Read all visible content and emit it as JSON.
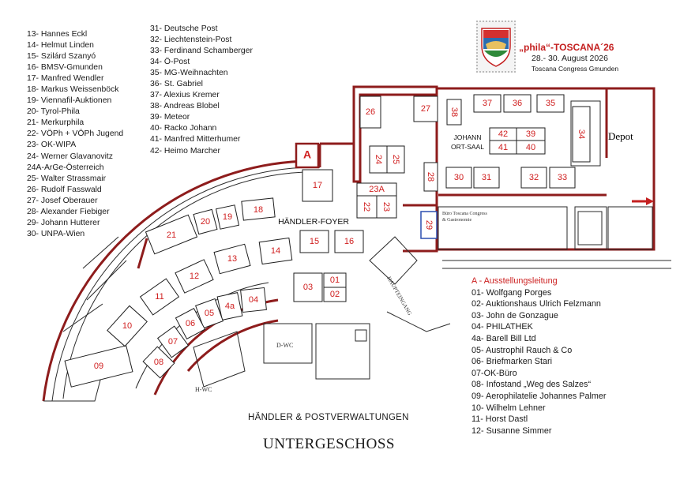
{
  "legend_left": [
    "13- Hannes Eckl",
    "14- Helmut Linden",
    "15- Szilárd Szanyó",
    "16- BMSV-Gmunden",
    "17- Manfred Wendler",
    "18- Markus Weissenböck",
    "19- Viennafil-Auktionen",
    "20- Tyrol-Phila",
    "21- Merkurphila",
    "22- VÖPh + VÖPh Jugend",
    "23- OK-WIPA",
    "24- Werner Glavanovitz",
    "24A-ArGe-Österreich",
    "25- Walter Strassmair",
    "26- Rudolf Fasswald",
    "27- Josef Oberauer",
    "28- Alexander Fiebiger",
    "29- Johann Hutterer",
    "30- UNPA-Wien"
  ],
  "legend_mid": [
    "31- Deutsche Post",
    "32- Liechtenstein-Post",
    "33- Ferdinand Schamberger",
    "34- Ö-Post",
    "35- MG-Weihnachten",
    "36- St. Gabriel",
    "37- Alexius Kremer",
    "38- Andreas Blobel",
    "39- Meteor",
    "40- Racko Johann",
    "41- Manfred Mitterhumer",
    "42- Heimo Marcher"
  ],
  "legend_right": [
    "A - Ausstellungsleitung",
    "01- Wolfgang Porges",
    "02- Auktionshaus Ulrich Felzmann",
    "03- John de Gonzague",
    "04- PHILATHEK",
    "4a- Barell Bill Ltd",
    "05- Austrophil Rauch & Co",
    "06- Briefmarken Stari",
    "07-OK-Büro",
    "08- Infostand „Weg des Salzes“",
    "09- Aerophilatelie Johannes Palmer",
    "10- Wilhelm Lehner",
    "11- Horst Dastl",
    "12- Susanne Simmer"
  ],
  "logo": {
    "name": "„phila“-TOSCANA´26",
    "dates": "28.- 30. August 2026",
    "venue": "Toscana Congress Gmunden",
    "icon": "coat-of-arms-stamp-icon"
  },
  "map": {
    "foyer_label": "HÄNDLER-FOYER",
    "saal_label_1": "JOHANN",
    "saal_label_2": "ORT-SAAL",
    "depot_label": "Depot",
    "entrance_label": "HAUPTEINGANG",
    "buero_label_1": "Büro Toscana Congress",
    "buero_label_2": "& Gastronomie",
    "dwc_label": "D-WC",
    "hwc_label": "H-WC",
    "booths": {
      "A": "A",
      "b17": "17",
      "b18": "18",
      "b19": "19",
      "b20": "20",
      "b21": "21",
      "b23A": "23A",
      "b22": "22",
      "b23": "23",
      "b24": "24",
      "b25": "25",
      "b26": "26",
      "b27": "27",
      "b28": "28",
      "b29": "29",
      "b38": "38",
      "b37": "37",
      "b36": "36",
      "b35": "35",
      "b42": "42",
      "b39": "39",
      "b41": "41",
      "b40": "40",
      "b34": "34",
      "b30": "30",
      "b31": "31",
      "b32": "32",
      "b33": "33",
      "b15": "15",
      "b16": "16",
      "b14": "14",
      "b13": "13",
      "b12": "12",
      "b11": "11",
      "b10": "10",
      "b09": "09",
      "b03": "03",
      "b01": "01",
      "b02": "02",
      "b04": "04",
      "b4a": "4a",
      "b05": "05",
      "b06": "06",
      "b07": "07",
      "b08": "08"
    }
  },
  "footer": {
    "subtitle": "HÄNDLER & POSTVERWALTUNGEN",
    "title": "UNTERGESCHOSS"
  },
  "colors": {
    "booth_number": "#d02020",
    "wall": "#8e1c1c",
    "accent_red": "#cc1f1f"
  }
}
